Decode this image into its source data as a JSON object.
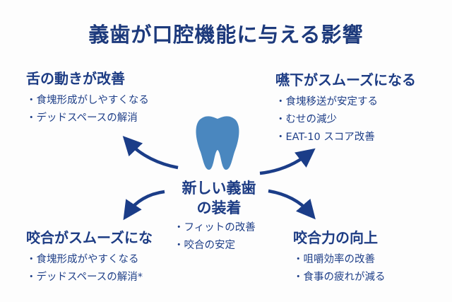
{
  "title": "義歯が口腔機能に与える影響",
  "center": {
    "line1": "新しい義歯",
    "line2": "の装着",
    "icon": "tooth-icon"
  },
  "top_left": {
    "heading": "舌の動きが改善",
    "bullets": [
      "・食塊形成がしやすくなる",
      "・デッドスペースの解消"
    ]
  },
  "top_right": {
    "heading": "嚥下がスムーズになる",
    "bullets": [
      "・食塊移送が安定する",
      "・むせの減少",
      "・EAT-10 スコア改善"
    ]
  },
  "bottom_left": {
    "heading": "咬合がスムーズにな",
    "bullets": [
      "・食塊形成がやすくなる",
      "・デッドスペースの解消*"
    ]
  },
  "bottom_center": {
    "bullets": [
      "・フィットの改善",
      "・咬合の安定"
    ]
  },
  "bottom_right": {
    "heading": "咬合力の向上",
    "bullets": [
      "・咀嚼効率の改善",
      "・食事の疲れが減る"
    ]
  },
  "colors": {
    "text": "#1d3c84",
    "tooth": "#4a87bf",
    "arrow": "#1b3d88"
  }
}
